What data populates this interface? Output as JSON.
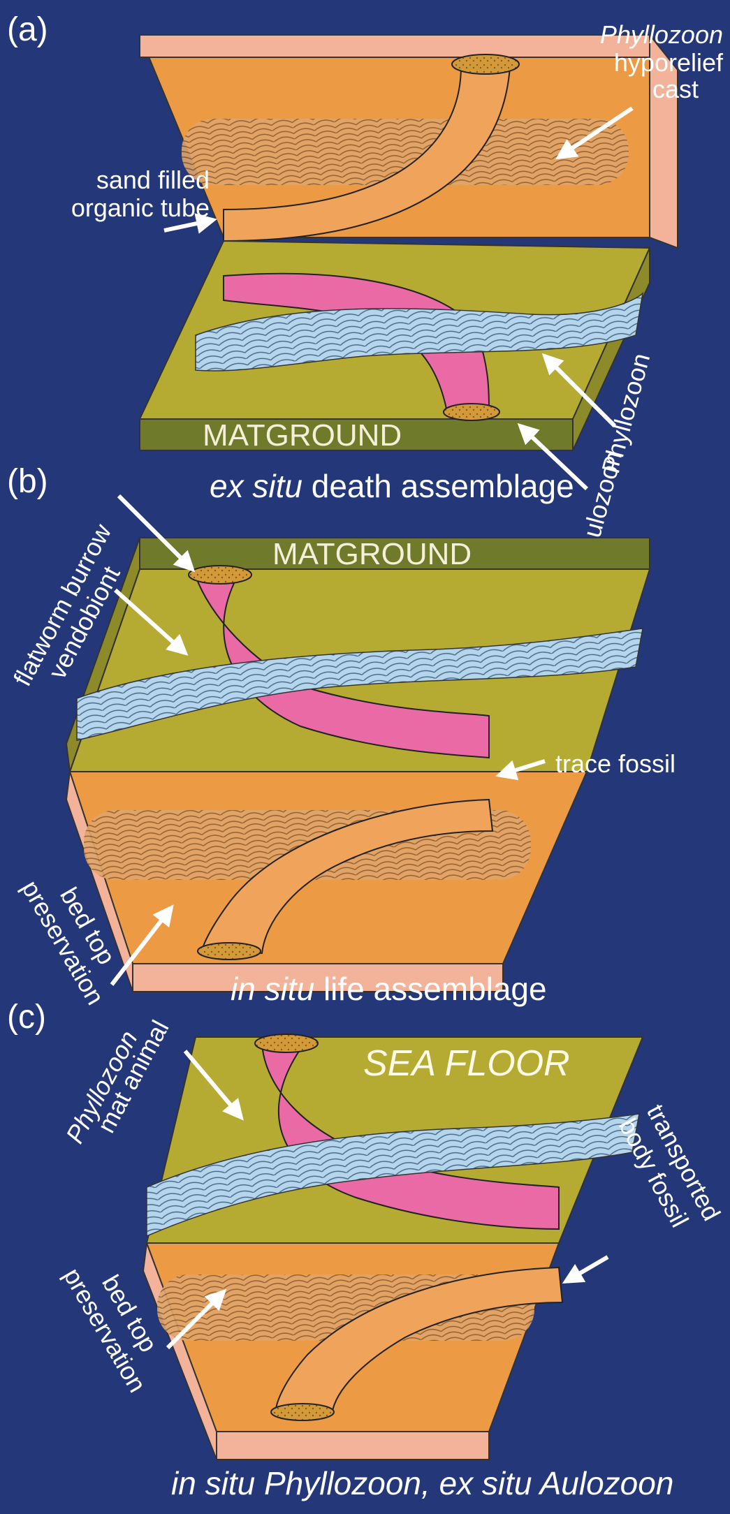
{
  "panels": [
    {
      "id": "(a)",
      "labels": {
        "phyllozoon_italic": "Phyllozoon",
        "hyporelief": "hyporelief",
        "cast": "cast",
        "sand_filled": "sand filled",
        "organic_tube": "organic tube",
        "matground": "MATGROUND",
        "phyllozoon_side": "Phyllozoon",
        "aulozoon_side": "Aulozoon"
      },
      "caption": {
        "italic": "ex situ",
        "rest": " death assemblage"
      }
    },
    {
      "id": "(b)",
      "labels": {
        "flatworm_burrow": "flatworm burrow",
        "vendobiont": "vendobiont",
        "matground": "MATGROUND",
        "trace_fossil": "trace fossil",
        "bed_top": "bed top",
        "preservation": "preservation"
      },
      "caption": {
        "italic": "in situ",
        "rest": " life assemblage"
      }
    },
    {
      "id": "(c)",
      "labels": {
        "phyllozoon_italic": "Phyllozoon",
        "mat_animal": "mat animal",
        "sea_floor": "SEA  FLOOR",
        "transported": "transported",
        "body_fossil": "body fossil",
        "bed_top": "bed top",
        "preservation": "preservation"
      },
      "caption": {
        "in_situ": "in situ",
        "phyllozoon": "Phyllozoon,",
        "ex_situ": "ex situ",
        "aulozoon": "Aulozoon"
      }
    }
  ],
  "colors": {
    "background": "#233779",
    "orange_slab": "#ec9a43",
    "olive_slab": "#b5ab33",
    "pink_tube": "#e96aa5",
    "blue_frond": "#b4d5ec",
    "slab_edge": "#f2b39a",
    "label": "#ffffff"
  }
}
